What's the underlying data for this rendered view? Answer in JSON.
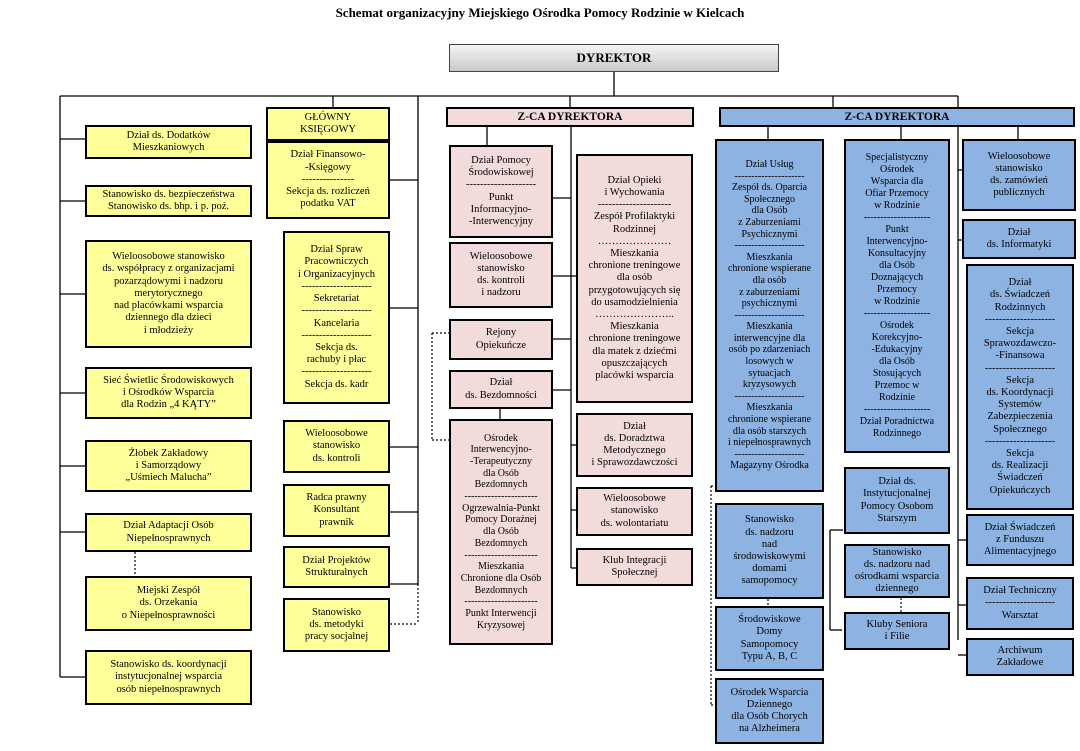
{
  "title": "Schemat organizacyjny Miejskiego Ośrodka Pomocy Rodzinie w Kielcach",
  "colors": {
    "yellow": "#ffff99",
    "pink": "#f2dcdb",
    "blue": "#8db3e2",
    "gray": "#d9d9d9"
  },
  "boxes": {
    "dyrektor": {
      "lines": [
        "DYREKTOR"
      ]
    },
    "zca_left": {
      "lines": [
        "Z-CA DYREKTORA"
      ]
    },
    "zca_right": {
      "lines": [
        "Z-CA DYREKTORA"
      ]
    },
    "y1": {
      "lines": [
        "Dział ds. Dodatków",
        "Mieszkaniowych"
      ]
    },
    "y2": {
      "lines": [
        "Stanowisko ds. bezpieczeństwa",
        "Stanowisko ds. bhp. i p. poż."
      ]
    },
    "y3": {
      "lines": [
        "Wieloosobowe stanowisko",
        "ds. współpracy z organizacjami",
        "pozarządowymi i nadzoru",
        "merytorycznego",
        "nad placówkami wsparcia",
        "dziennego dla dzieci",
        "i młodzieży"
      ]
    },
    "y4": {
      "lines": [
        "Sieć Świetlic Środowiskowych",
        "i Ośrodków Wsparcia",
        "dla Rodzin „4 KĄTY”"
      ]
    },
    "y5": {
      "lines": [
        "Żłobek Zakładowy",
        "i Samorządowy",
        "„Uśmiech Malucha”"
      ]
    },
    "y6": {
      "lines": [
        "Dział Adaptacji Osób",
        "Niepełnosprawnych"
      ]
    },
    "y7": {
      "lines": [
        "Miejski Zespół",
        "ds. Orzekania",
        "o Niepełnosprawności"
      ]
    },
    "y8": {
      "lines": [
        "Stanowisko ds. koordynacji",
        "instytucjonalnej wsparcia",
        "osób niepełnosprawnych"
      ]
    },
    "gk": {
      "lines": [
        "GŁÓWNY",
        "KSIĘGOWY"
      ]
    },
    "fin": {
      "lines": [
        "Dział Finansowo-",
        "-Księgowy",
        "---------------",
        "Sekcja ds. rozliczeń",
        "podatku VAT"
      ]
    },
    "kadry": {
      "lines": [
        "Dział Spraw",
        "Pracowniczych",
        "i Organizacyjnych",
        "--------------------",
        "Sekretariat",
        "--------------------",
        "Kancelaria",
        "--------------------",
        "Sekcja ds.",
        "rachuby i płac",
        "--------------------",
        "Sekcja ds. kadr"
      ]
    },
    "kontrola": {
      "lines": [
        "Wieloosobowe",
        "stanowisko",
        "ds. kontroli"
      ]
    },
    "radca": {
      "lines": [
        "Radca prawny",
        "Konsultant",
        "prawnik"
      ]
    },
    "projekty": {
      "lines": [
        "Dział Projektów",
        "Strukturalnych"
      ]
    },
    "metodyk": {
      "lines": [
        "Stanowisko",
        "ds. metodyki",
        "pracy socjalnej"
      ]
    },
    "p1": {
      "lines": [
        "Dział Pomocy",
        "Środowiskowej",
        "--------------------",
        "Punkt",
        "Informacyjno-",
        "-Interwencyjny"
      ]
    },
    "p2": {
      "lines": [
        "Wieloosobowe",
        "stanowisko",
        "ds. kontroli",
        "i nadzoru"
      ]
    },
    "p3": {
      "lines": [
        "Rejony",
        "Opiekuńcze"
      ]
    },
    "p4": {
      "lines": [
        "Dział",
        "ds. Bezdomności"
      ]
    },
    "p5": {
      "lines": [
        "Ośrodek",
        "Interwencyjno-",
        "-Terapeutyczny",
        "dla Osób",
        "Bezdomnych",
        "----------------------",
        "Ogrzewalnia-Punkt",
        "Pomocy Doraźnej",
        "dla Osób",
        "Bezdomnych",
        "----------------------",
        "Mieszkania",
        "Chronione dla Osób",
        "Bezdomnych",
        "----------------------",
        "Punkt Interwencji",
        "Kryzysowej"
      ]
    },
    "p6": {
      "lines": [
        "Dział Opieki",
        "i Wychowania",
        "---------------------",
        "Zespół Profilaktyki",
        "Rodzinnej",
        "…………………",
        "Mieszkania",
        "chronione treningowe",
        "dla osób",
        "przygotowujących się",
        "do usamodzielnienia",
        "…………………..",
        "Mieszkania",
        "chronione treningowe",
        "dla matek z dziećmi",
        "opuszczających",
        "placówki wsparcia"
      ]
    },
    "p7": {
      "lines": [
        "Dział",
        "ds. Doradztwa",
        "Metodycznego",
        "i Sprawozdawczości"
      ]
    },
    "p8": {
      "lines": [
        "Wieloosobowe",
        "stanowisko",
        "ds. wolontariatu"
      ]
    },
    "p9": {
      "lines": [
        "Klub Integracji",
        "Społecznej"
      ]
    },
    "b1": {
      "lines": [
        "Dział Usług",
        "---------------------",
        "Zespół ds. Oparcia",
        "Społecznego",
        "dla Osób",
        "z Zaburzeniami",
        "Psychicznymi",
        "---------------------",
        "Mieszkania",
        "chronione wspierane",
        "dla osób",
        "z zaburzeniami",
        "psychicznymi",
        "---------------------",
        "Mieszkania",
        "interwencyjne dla",
        "osób po zdarzeniach",
        "losowych w",
        "sytuacjach",
        "kryzysowych",
        "---------------------",
        "Mieszkania",
        "chronione wspierane",
        "dla osób starszych",
        "i niepełnosprawnych",
        "---------------------",
        "Magazyny Ośrodka"
      ]
    },
    "b2": {
      "lines": [
        "Stanowisko",
        "ds. nadzoru",
        "nad",
        "środowiskowymi",
        "domami",
        "samopomocy"
      ]
    },
    "b3": {
      "lines": [
        "Środowiskowe",
        "Domy",
        "Samopomocy",
        "Typu A, B, C"
      ]
    },
    "b4": {
      "lines": [
        "Ośrodek Wsparcia",
        "Dziennego",
        "dla Osób Chorych",
        "na Alzheimera"
      ]
    },
    "b5": {
      "lines": [
        "Specjalistyczny",
        "Ośrodek",
        "Wsparcia dla",
        "Ofiar Przemocy",
        "w Rodzinie",
        "--------------------",
        "Punkt",
        "Interwencyjno-",
        "Konsultacyjny",
        "dla Osób",
        "Doznających",
        "Przemocy",
        "w Rodzinie",
        "--------------------",
        "Ośrodek",
        "Korekcyjno-",
        "-Edukacyjny",
        "dla Osób",
        "Stosujących",
        "Przemoc w",
        "Rodzinie",
        "--------------------",
        "Dział Poradnictwa",
        "Rodzinnego"
      ]
    },
    "b6": {
      "lines": [
        "Dział ds.",
        "Instytucjonalnej",
        "Pomocy Osobom",
        "Starszym"
      ]
    },
    "b7": {
      "lines": [
        "Stanowisko",
        "ds. nadzoru nad",
        "ośrodkami wsparcia",
        "dziennego"
      ]
    },
    "b8": {
      "lines": [
        "Kluby Seniora",
        "i Filie"
      ]
    },
    "b9": {
      "lines": [
        "Wieloosobowe",
        "stanowisko",
        "ds. zamówień",
        "publicznych"
      ]
    },
    "b10": {
      "lines": [
        "Dział",
        "ds. Informatyki"
      ]
    },
    "b11": {
      "lines": [
        "Dział",
        "ds. Świadczeń",
        "Rodzinnych",
        "--------------------",
        "Sekcja",
        "Sprawozdawczo-",
        "-Finansowa",
        "--------------------",
        "Sekcja",
        "ds. Koordynacji",
        "Systemów",
        "Zabezpieczenia",
        "Społecznego",
        "--------------------",
        "Sekcja",
        "ds. Realizacji",
        "Świadczeń",
        "Opiekuńczych"
      ]
    },
    "b12": {
      "lines": [
        "Dział Świadczeń",
        "z Funduszu",
        "Alimentacyjnego"
      ]
    },
    "b13": {
      "lines": [
        "Dział Techniczny",
        "--------------------",
        "Warsztat"
      ]
    },
    "b14": {
      "lines": [
        "Archiwum",
        "Zakładowe"
      ]
    }
  }
}
